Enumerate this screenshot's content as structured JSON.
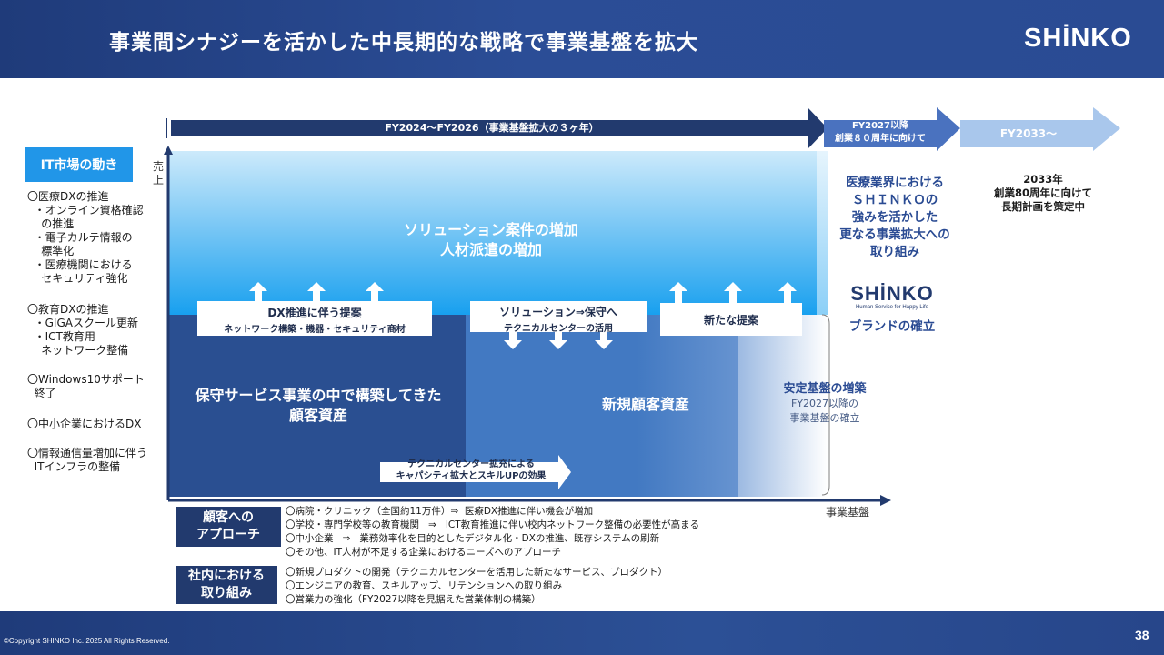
{
  "header": {
    "title": "事業間シナジーを活かした中長期的な戦略で事業基盤を拡大",
    "logo": "SHİNKO"
  },
  "timeline": {
    "phase1": "FY2024～FY2026（事業基盤拡大の３ヶ年）",
    "phase2_line1": "FY2027以降",
    "phase2_line2": "創業８０周年に向けて",
    "phase3": "FY2033～"
  },
  "market": {
    "badge": "IT市場の動き",
    "items": [
      "〇医療DXの推進\n  ・オンライン資格確認\n    の推進\n  ・電子カルテ情報の\n    標準化\n  ・医療機関における\n    セキュリティ強化",
      "〇教育DXの推進\n  ・GIGAスクール更新\n  ・ICT教育用\n    ネットワーク整備",
      "〇Windows10サポート\n  終了",
      "〇中小企業におけるDX",
      "〇情報通信量増加に伴う\n  ITインフラの整備"
    ]
  },
  "axes": {
    "y_label_1": "売",
    "y_label_2": "上",
    "x_label": "事業基盤"
  },
  "chart": {
    "solution_line1": "ソリューション案件の増加",
    "solution_line2": "人材派遣の増加",
    "box1_title": "DX推進に伴う提案",
    "box1_sub": "ネットワーク構築・機器・セキュリティ商材",
    "box2_title": "ソリューション⇒保守へ",
    "box2_sub": "テクニカルセンターの活用",
    "box3_title": "新たな提案",
    "maintenance_line1": "保守サービス事業の中で構築してきた",
    "maintenance_line2": "顧客資産",
    "new_customers": "新規顧客資産",
    "techcenter_line1": "テクニカルセンター拡充による",
    "techcenter_line2": "キャパシティ拡大とスキルUPの効果",
    "stable_title": "安定基盤の増築",
    "stable_sub1": "FY2027以降の",
    "stable_sub2": "事業基盤の確立"
  },
  "right": {
    "medical": "医療業界における\nＳＨＩＮＫＯの\n強みを活かした\n更なる事業拡大への\n取り組み",
    "logo": "SHİNKO",
    "logo_tagline": "Human Service for Happy Life",
    "brand": "ブランドの確立",
    "fy2033": "2033年\n創業80周年に向けて\n長期計画を策定中"
  },
  "approach": {
    "label": "顧客への\nアプローチ",
    "lines": "〇病院・クリニック（全国約11万件）⇒  医療DX推進に伴い機会が増加\n〇学校・専門学校等の教育機関   ⇒   ICT教育推進に伴い校内ネットワーク整備の必要性が高まる\n〇中小企業   ⇒   業務効率化を目的としたデジタル化・DXの推進、既存システムの刷新\n〇その他、IT人材が不足する企業におけるニーズへのアプローチ"
  },
  "internal": {
    "label": "社内における\n取り組み",
    "lines": "〇新規プロダクトの開発（テクニカルセンターを活用した新たなサービス、プロダクト）\n〇エンジニアの教育、スキルアップ、リテンションへの取り組み\n〇営業力の強化（FY2027以降を見据えた営業体制の構築）"
  },
  "footer": {
    "copyright": "©Copyright SHINKO Inc. 2025 All Rights Reserved.",
    "page": "38"
  },
  "colors": {
    "navy": "#223a6e",
    "bright_blue": "#2196e8",
    "mid_blue": "#4279c2",
    "light_blue": "#a9c7ec"
  }
}
